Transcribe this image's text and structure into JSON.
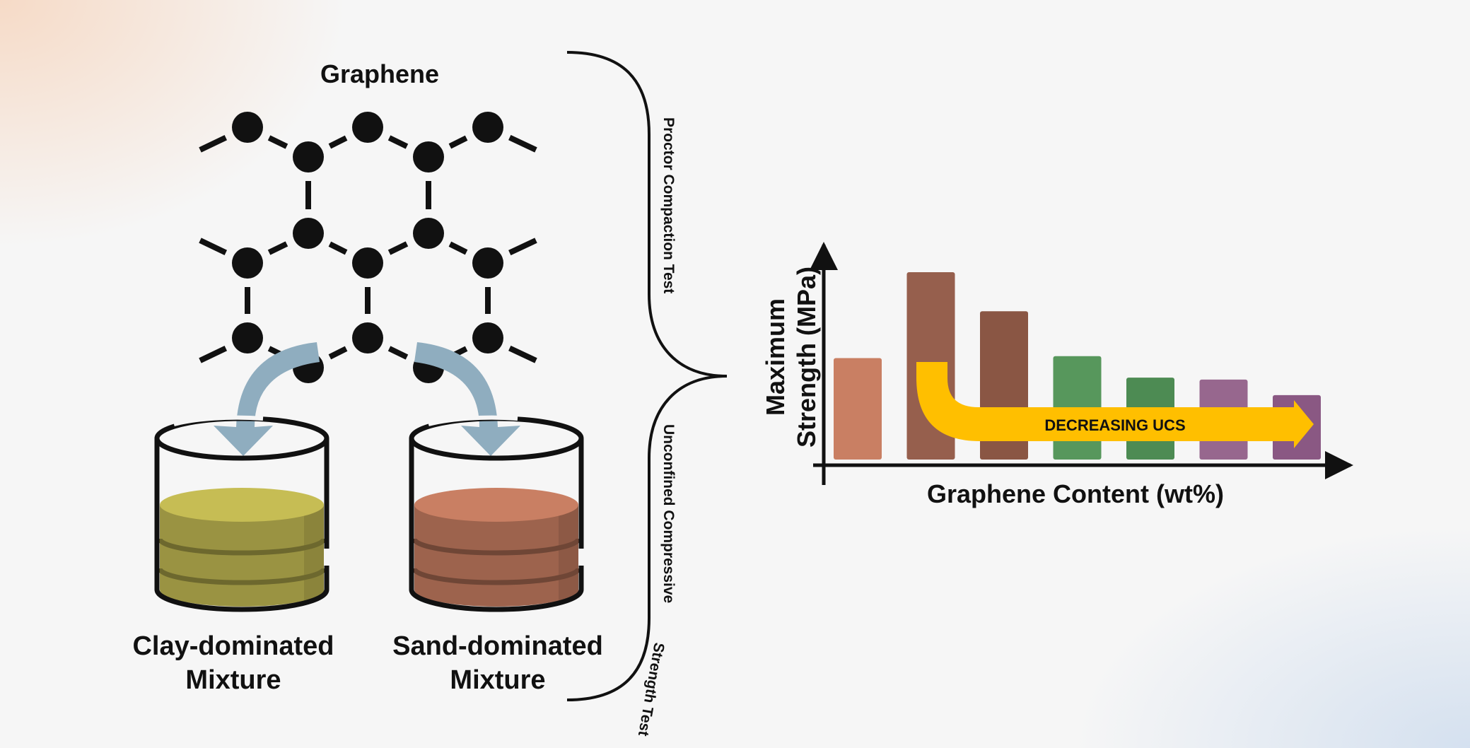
{
  "graphene": {
    "title": "Graphene"
  },
  "mixtures": [
    {
      "line1": "Clay-dominated",
      "line2": "Mixture",
      "color": "#c6bd54"
    },
    {
      "line1": "Sand-dominated",
      "line2": "Mixture",
      "color": "#c97f63"
    }
  ],
  "tests": {
    "proctor": "Proctor Compaction Test",
    "ucs_line1": "Unconfined Compressive",
    "ucs_line2": "Strength Test"
  },
  "chart_data": {
    "type": "bar",
    "xlabel": "Graphene Content (wt%)",
    "ylabel_line1": "Maximum",
    "ylabel_line2": "Strength (MPa)",
    "values": [
      0.52,
      0.96,
      0.76,
      0.53,
      0.42,
      0.41,
      0.33
    ],
    "colors": [
      "#c97f63",
      "#965f4d",
      "#8a5644",
      "#57975c",
      "#4d8b53",
      "#97678e",
      "#8a5883"
    ],
    "ylim": [
      0,
      1
    ],
    "annotation": "DECREASING UCS",
    "annotation_color": "#ffbf00"
  }
}
